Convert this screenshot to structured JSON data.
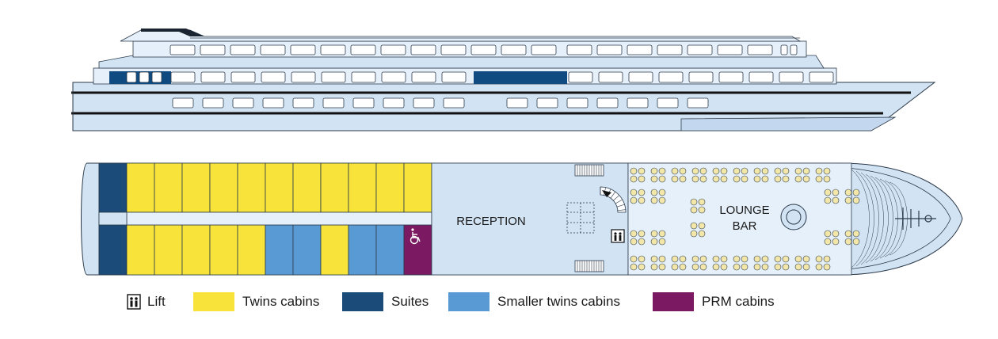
{
  "deck": {
    "reception_label": "RECEPTION",
    "lounge_label_line1": "LOUNGE",
    "lounge_label_line2": "BAR"
  },
  "legend": {
    "items": [
      {
        "label": "Lift",
        "icon": "lift-icon"
      },
      {
        "label": "Twins cabins",
        "color": "#f7e33a"
      },
      {
        "label": "Suites",
        "color": "#1b4b78"
      },
      {
        "label": "Smaller twins cabins",
        "color": "#5a9ad4"
      },
      {
        "label": "PRM cabins",
        "color": "#7b1a62"
      }
    ]
  },
  "colors": {
    "hull": "#d2e3f3",
    "hull_light": "#e6f0fa",
    "outline": "#2b3a4a",
    "window_dark": "#0f4a80",
    "twins": "#f7e33a",
    "suites": "#1b4b78",
    "smaller_twins": "#5a9ad4",
    "prm": "#7b1a62",
    "chair": "#f2e6a8"
  }
}
